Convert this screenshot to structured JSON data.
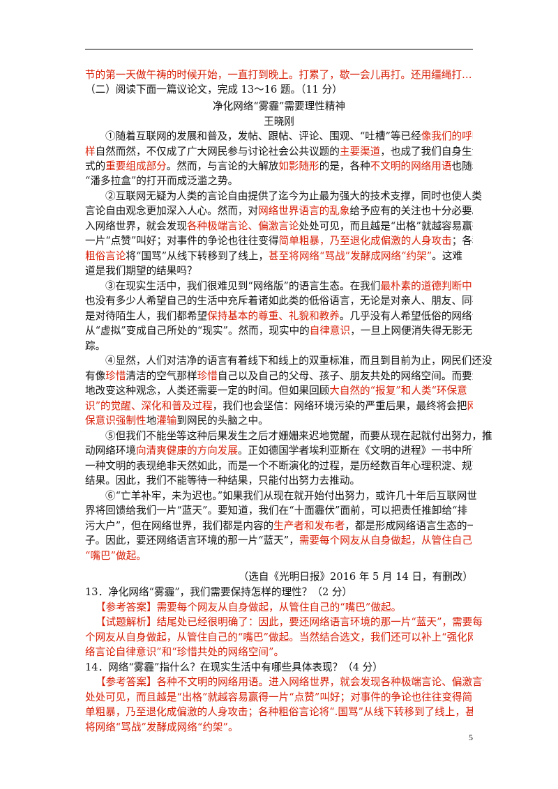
{
  "continuation": "节的第一天做午祷的时候开始，一直打到晚上。打累了，歇一会儿再打。还用缰绳打……",
  "section_heading": "（二）阅读下面一篇议论文，完成 13～16 题。（11 分）",
  "article_title": "净化网络“雾霾”需要理性精神",
  "author": "王晓刚",
  "p1": {
    "l1a": "①随着互联网的发展和普及，发帖、跟帖、评论、围观、“吐槽”等已经",
    "l1b": "像我们的呼吸一",
    "l2a": "样",
    "l2b": "自然而然，不仅成了广大网民参与讨论社会公共议题的",
    "l2c": "主要渠道",
    "l2d": "，也成了我们自身生活方",
    "l3a": "式的",
    "l3b": "重要组成部分",
    "l3c": "。然而，与言论的大解放",
    "l3d": "如影随形",
    "l3e": "的是，各种",
    "l3f": "不文明的网络用语",
    "l3g": "也随着",
    "l4": "“潘多拉盒”的打开而成泛滥之势。"
  },
  "p2": {
    "l1": "②互联网无疑为人类的言论自由提供了迄今为止最为强大的技术支撑，同时也使人类",
    "l2a": "言论自由观念更加深入人心。然而，对",
    "l2b": "网络世界语言的乱象",
    "l2c": "给予应有的关注也十分必要。进",
    "l3a": "入网络世界，就会发现",
    "l3b": "各种极端言论、偏激言论",
    "l3c": "处处可见，而且越是“出格”就越容易赢得",
    "l4a": "一片“点赞”叫好；对事件的争论也往往变得",
    "l4b": "简单粗暴，乃至退化成偏激的人身攻击",
    "l4c": "；各种",
    "l5a": "粗俗言论",
    "l5b": "将“国骂”从线下转移到了线上，",
    "l5c": "甚至将网络“骂战”发酵成网络“约架”",
    "l5d": "。这难",
    "l6": "道是我们期望的结果吗？"
  },
  "p3": {
    "l1a": "③在现实生活中，我们很难见到“网络版”的语言生态。在我们",
    "l1b": "最朴素的道德判断中",
    "l1c": "，",
    "l2": "也没有多少人希望自己的生活中充斥着诸如此类的低俗语言，无论是对亲人、朋友、同事，还",
    "l3a": "是对待陌生人，我们都希望",
    "l3b": "保持基本的尊重、礼貌和教养",
    "l3c": "。几乎没有人希望低俗的网络语言",
    "l4a": "从“虚拟”变成自己所处的“现实”。然而，现实中的",
    "l4b": "自律意识",
    "l4c": "，一旦上网便消失得无影无",
    "l5": "踪。"
  },
  "p4": {
    "l1": "④显然，人们对洁净的语言有着线下和线上的双重标准，而且到目前为止，网民们还没",
    "l2a": "有像",
    "l2b": "珍惜",
    "l2c": "清洁的空气那样",
    "l2d": "珍惜",
    "l2e": "自己以及自己的父母、孩子、朋友共处的网络空间。而要深刻",
    "l3a": "地改变这种观念，人类还需要一定的时间。但如果回顾",
    "l3b": "大自然的“报复”和人类“环保意",
    "l4a": "识”的觉醒、深化和普及过程",
    "l4b": "，我们也会坚信：网络环境污染的严重后果，最终将会把",
    "l4c": "网络环",
    "l5a": "保意识强制性",
    "l5b": "地",
    "l5c": "灌输",
    "l5d": "到网民的头脑之中。"
  },
  "p5": {
    "l1": "⑤但我们不能坐等这种后果发生之后才姗姗来迟地觉醒，而要从现在起就付出努力，推",
    "l2a": "动网络环境",
    "l2b": "向清爽健康的方向发展",
    "l2c": "。正如德国学者埃利亚斯在《文明的进程》一书中所言，每",
    "l3": "一种文明的表现绝非天然如此，而是一个不断演化的过程，是历经数百年心理积淀、规范的",
    "l4": "结果。因此，我们不能等待一种结果，只能付出努力去推动。"
  },
  "p6": {
    "l1": "⑥“亡羊补牢，未为迟也。”如果我们从现在就开始付出努力，或许几十年后互联网世",
    "l2": "界将回馈给我们一片“蓝天”。要知道，我们在“十面霾伏”面前，可以把责任推卸给“排",
    "l3a": "污大户”，但在网络世界，我们都是内容的",
    "l3b": "生产者和发布者",
    "l3c": "，都是形成网络语言生态的一分",
    "l4a": "子。因此，要还网络语言环境的那一片“蓝天”，",
    "l4b": "需要每个网友从自身做起，从管住自己的",
    "l5": "“嘴巴”做起。"
  },
  "source": "（选自《光明日报》2016 年 5 月 14 日，有删改）",
  "q13": {
    "question": "13．净化网络“雾霾”，我们需要保持怎样的理性？（2 分）",
    "answer_label": "【参考答案】",
    "answer": "需要每个网友从自身做起，从管住自己的“嘴巴”做起。",
    "analysis_label": "【试题解析】",
    "analysis_l1": "结尾处已经很明确了：因此，要还网络语言环境的那一片“蓝天”，需要每",
    "analysis_l2": "个网友从自身做起，从管住自己的“嘴巴”做起。当然结合选文，我们还可以补上“强化网",
    "analysis_l3": "络言论自律意识”和“珍惜共处的网络空间”。"
  },
  "q14": {
    "question": "14．网络“雾霾”指什么？在现实生活中有哪些具体表现？（4 分）",
    "answer_label": "【参考答案】",
    "answer_l1": "各种不文明的网络用语。进入网络世界，就会发现各种极端言论、偏激言论",
    "answer_l2": "处处可见，而且越是“出格”就越容易赢得一片“点赞”叫好；对事件的争论也往往变得简",
    "answer_l3": "单粗暴，乃至退化成偏激的人身攻击；各种粗俗言论将“.国骂”从线下转移到了线上，甚至",
    "answer_l4": "将网络“骂战”发酵成网络“约架”。"
  },
  "page_number": "5",
  "colors": {
    "highlight": "#d81e06",
    "text": "#111111"
  }
}
